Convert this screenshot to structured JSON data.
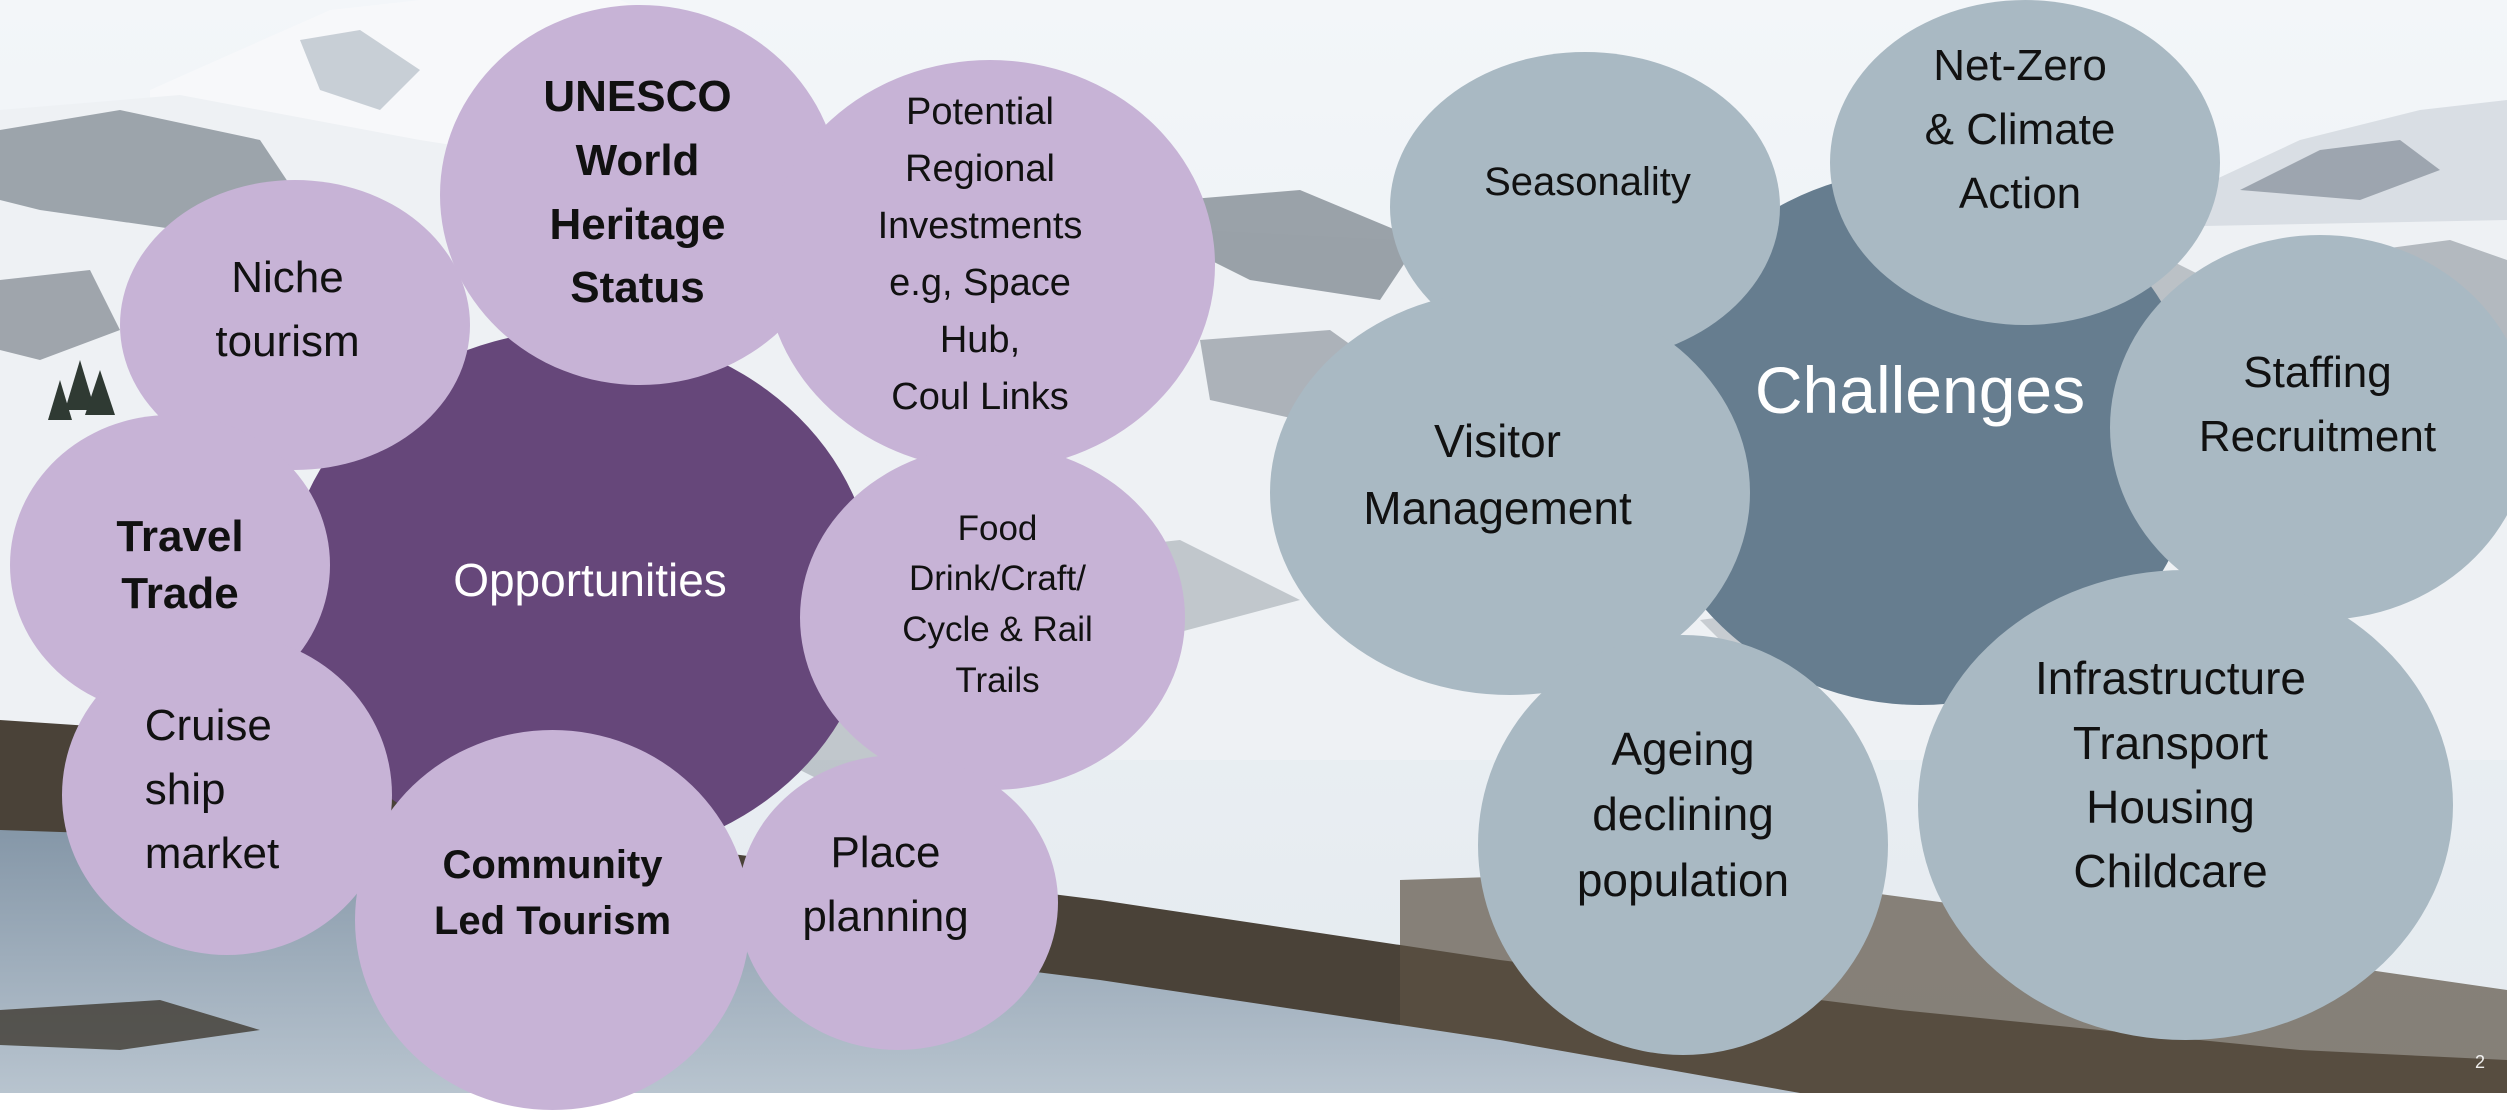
{
  "opportunities": {
    "core_label": "Opportunities",
    "niche": "Niche\ntourism",
    "unesco": "UNESCO\nWorld\nHeritage\nStatus",
    "investments": "Potential\nRegional\nInvestments\ne.g, Space\nHub,\nCoul Links",
    "travel_trade": "Travel\nTrade",
    "food": "Food\nDrink/Craft/\nCycle  & Rail\nTrails",
    "cruise": "Cruise\nship\nmarket",
    "community": "Community\nLed Tourism",
    "place": "Place\nplanning"
  },
  "challenges": {
    "core_label": "Challenges",
    "seasonality": "Seasonality",
    "net_zero": "Net-Zero\n& Climate\nAction",
    "staffing": "Staffing\nRecruitment",
    "visitor": "Visitor\nManagement",
    "ageing": "Ageing\ndeclining\npopulation",
    "infrastructure": "Infrastructure\nTransport\nHousing\nChildcare"
  },
  "page_number": "2",
  "colors": {
    "opportunity_core": "#66477a",
    "opportunity_sub": "#c7b3d6",
    "challenge_core": "#667d8f",
    "challenge_sub": "#a9b9c3"
  }
}
